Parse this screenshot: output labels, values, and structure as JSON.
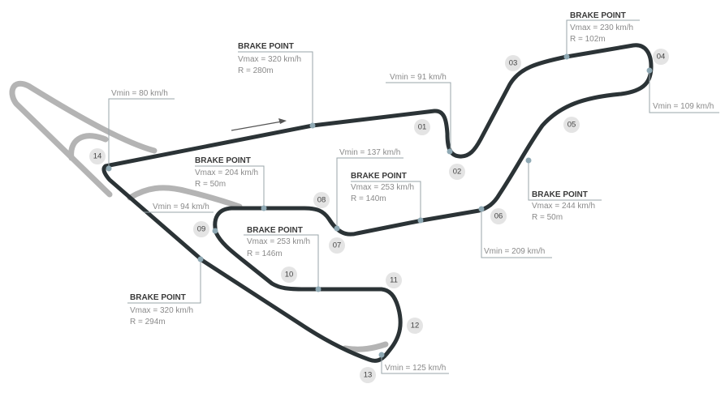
{
  "turns": [
    "01",
    "02",
    "03",
    "04",
    "05",
    "06",
    "07",
    "08",
    "09",
    "10",
    "11",
    "12",
    "13",
    "14"
  ],
  "callouts": [
    {
      "title": "BRAKE POINT",
      "l1": "Vmax = 320 km/h",
      "l2": "R = 280m"
    },
    {
      "title": "",
      "l1": "Vmin = 80 km/h"
    },
    {
      "title": "BRAKE POINT",
      "l1": "Vmax = 204 km/h",
      "l2": "R = 50m"
    },
    {
      "title": "",
      "l1": "Vmin = 137 km/h"
    },
    {
      "title": "BRAKE POINT",
      "l1": "Vmax = 253 km/h",
      "l2": "R = 140m"
    },
    {
      "title": "",
      "l1": "Vmin = 91 km/h"
    },
    {
      "title": "BRAKE POINT",
      "l1": "Vmax = 230 km/h",
      "l2": "R = 102m"
    },
    {
      "title": "",
      "l1": "Vmin = 109 km/h"
    },
    {
      "title": "BRAKE POINT",
      "l1": "Vmax = 244 km/h",
      "l2": "R = 50m"
    },
    {
      "title": "",
      "l1": "Vmin = 209 km/h"
    },
    {
      "title": "",
      "l1": "Vmin = 94 km/h"
    },
    {
      "title": "BRAKE POINT",
      "l1": "Vmax = 253 km/h",
      "l2": "R = 146m"
    },
    {
      "title": "BRAKE POINT",
      "l1": "Vmax = 320 km/h",
      "l2": "R = 294m"
    },
    {
      "title": "",
      "l1": "Vmin = 125 km/h"
    }
  ],
  "colors": {
    "track": "#2b3336",
    "alt_track": "#b4b4b4",
    "marker": "#8fa9b4"
  }
}
